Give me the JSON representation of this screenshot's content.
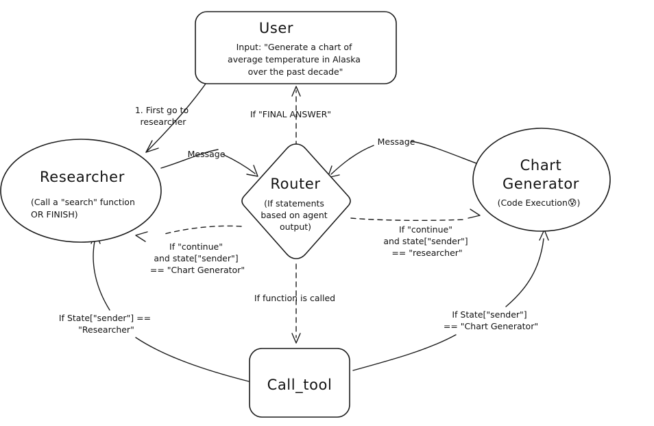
{
  "diagram": {
    "title": "Multi-agent LangGraph routing diagram",
    "background": "#ffffff",
    "ink": "#1a1a1a"
  },
  "nodes": {
    "user": {
      "label": "User",
      "shape": "rounded-rectangle",
      "body_lines": [
        "Input: \"Generate a chart of",
        "average temperature in Alaska",
        "over the past decade\""
      ]
    },
    "researcher": {
      "label": "Researcher",
      "shape": "ellipse",
      "body_lines": [
        "(Call a \"search\" function",
        "OR FINISH)"
      ]
    },
    "router": {
      "label": "Router",
      "shape": "diamond",
      "body_lines": [
        "(If statements",
        "based on agent",
        "output)"
      ]
    },
    "chart_generator": {
      "label_line1": "Chart",
      "label_line2": "Generator",
      "shape": "ellipse",
      "body_text": "(Code Execution",
      "body_emoji": "😰",
      "body_text_end": ")"
    },
    "call_tool": {
      "label": "Call_tool",
      "shape": "rounded-rectangle"
    }
  },
  "edges": [
    {
      "id": "user-to-researcher",
      "from": "user",
      "to": "researcher",
      "style": "solid",
      "label_lines": [
        "1. First go to",
        "researcher"
      ]
    },
    {
      "id": "router-to-user",
      "from": "router",
      "to": "user",
      "style": "dashed",
      "label_lines": [
        "If \"FINAL ANSWER\""
      ]
    },
    {
      "id": "researcher-to-router",
      "from": "researcher",
      "to": "router",
      "style": "solid",
      "label_lines": [
        "Message"
      ]
    },
    {
      "id": "chartgen-to-router",
      "from": "chart_generator",
      "to": "router",
      "style": "solid",
      "label_lines": [
        "Message"
      ]
    },
    {
      "id": "router-to-researcher",
      "from": "router",
      "to": "researcher",
      "style": "dashed",
      "label_lines": [
        "If \"continue\"",
        "and state[\"sender\"]",
        "== \"Chart Generator\""
      ]
    },
    {
      "id": "router-to-chartgen",
      "from": "router",
      "to": "chart_generator",
      "style": "dashed",
      "label_lines": [
        "If \"continue\"",
        "and state[\"sender\"]",
        "== \"researcher\""
      ]
    },
    {
      "id": "router-to-calltool",
      "from": "router",
      "to": "call_tool",
      "style": "dashed",
      "label_lines": [
        "If function is called"
      ]
    },
    {
      "id": "calltool-to-researcher",
      "from": "call_tool",
      "to": "researcher",
      "style": "solid",
      "label_lines": [
        "If State[\"sender\"] ==",
        "\"Researcher\""
      ]
    },
    {
      "id": "calltool-to-chartgen",
      "from": "call_tool",
      "to": "chart_generator",
      "style": "solid",
      "label_lines": [
        "If State[\"sender\"]",
        "== \"Chart Generator\""
      ]
    }
  ]
}
